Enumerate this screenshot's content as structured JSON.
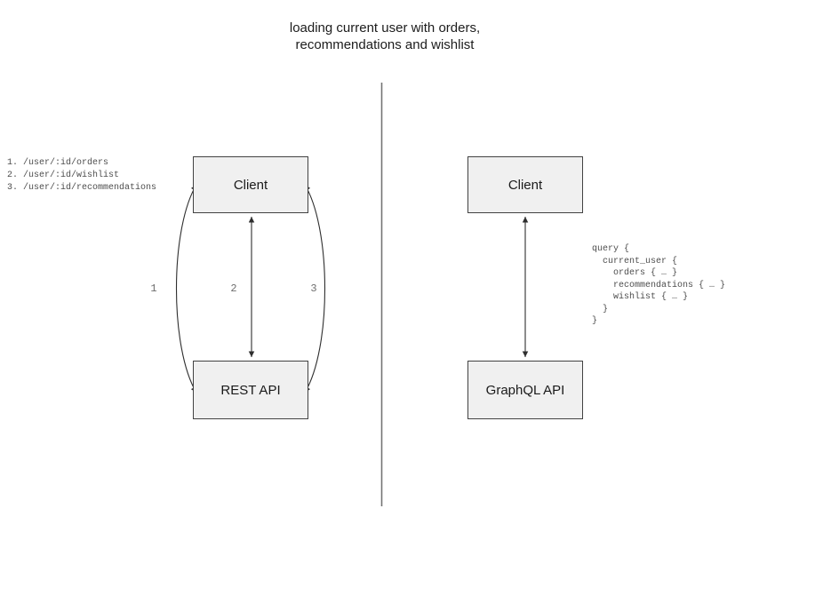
{
  "title": {
    "line1": "loading current user with orders,",
    "line2": "recommendations and wishlist"
  },
  "rest_side": {
    "endpoints_list": "1. /user/:id/orders\n2. /user/:id/wishlist\n3. /user/:id/recommendations",
    "client_label": "Client",
    "api_label": "REST API",
    "arrow_labels": [
      "1",
      "2",
      "3"
    ]
  },
  "graphql_side": {
    "client_label": "Client",
    "api_label": "GraphQL API",
    "query_code": "query {\n  current_user {\n    orders { … }\n    recommendations { … }\n    wishlist { … }\n  }\n}"
  },
  "colors": {
    "box_fill": "#f0f0f0",
    "box_border": "#424242",
    "arrow": "#2e2e2e",
    "divider": "#747474",
    "code_text": "#4d4d4d",
    "label_gray": "#6e6e6e"
  }
}
